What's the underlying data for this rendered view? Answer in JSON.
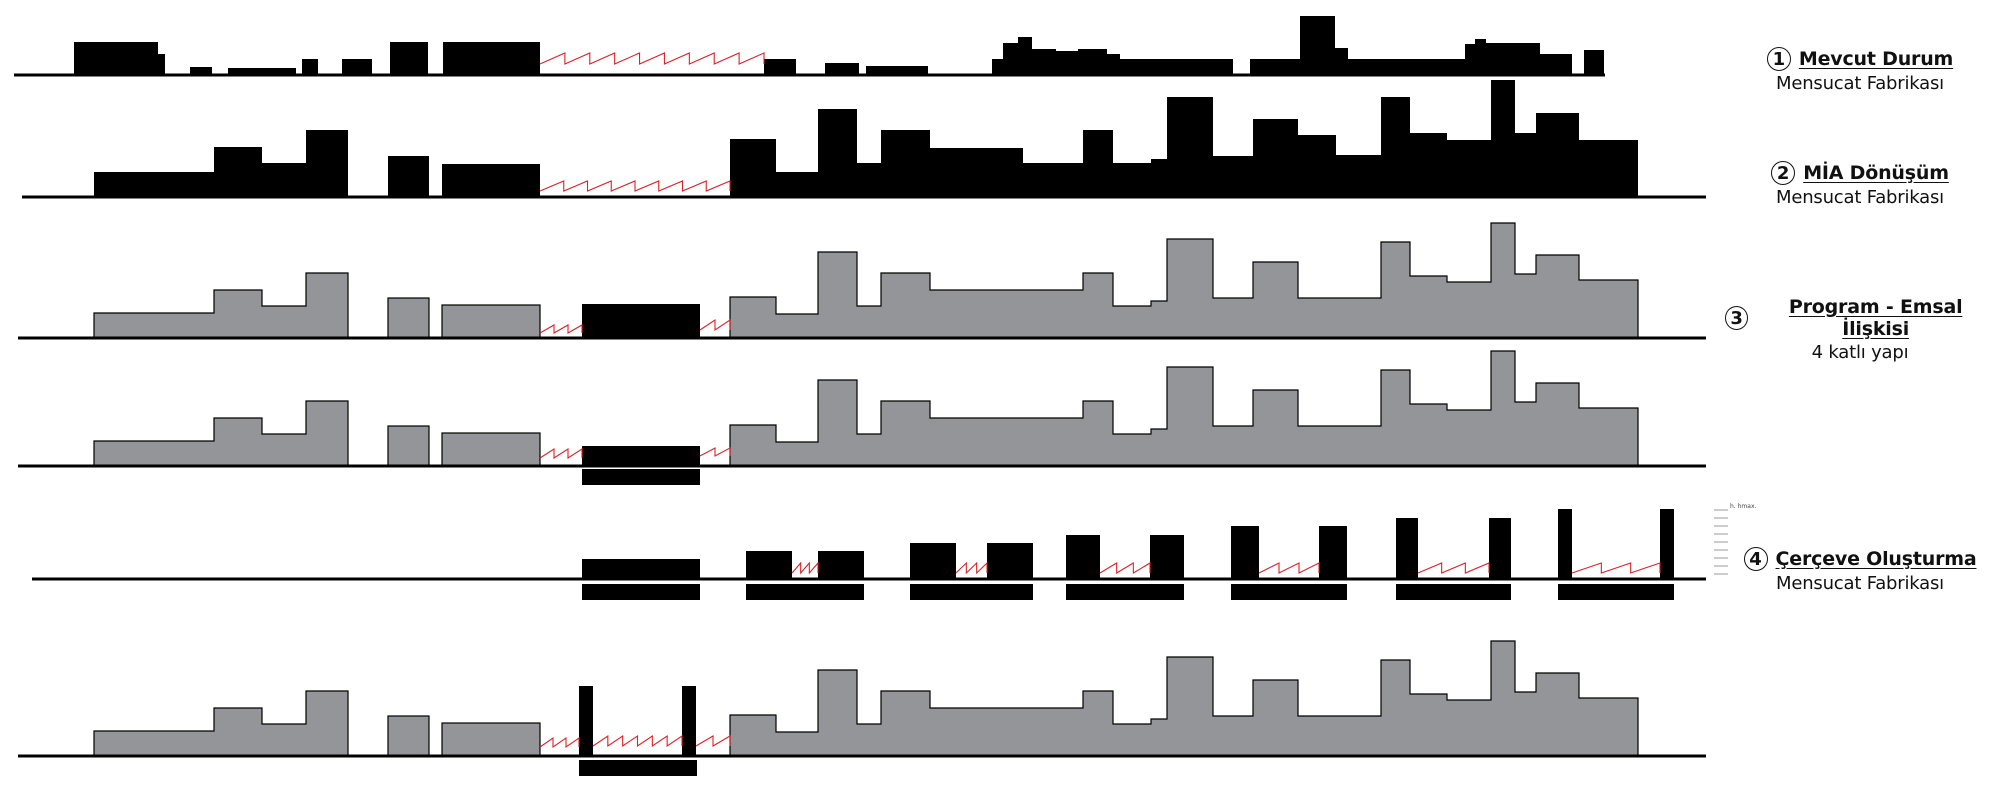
{
  "colors": {
    "existing": "#000000",
    "retained": "#939598",
    "new_volume": "#000000",
    "zigzag": "#d8232a",
    "ground": "#000000"
  },
  "labels": [
    {
      "number": "1",
      "title": "Mevcut Durum",
      "subtitle": "Mensucat Fabrikası"
    },
    {
      "number": "2",
      "title": "MİA Dönüşüm",
      "subtitle": "Mensucat Fabrikası"
    },
    {
      "number": "3",
      "title": "Program - Emsal İlişkisi",
      "subtitle": "4 katlı yapı"
    },
    {
      "number": "4",
      "title": "Çerçeve Oluşturma",
      "subtitle": "Mensucat Fabrikası"
    }
  ],
  "scale_note": "h. hmax."
}
